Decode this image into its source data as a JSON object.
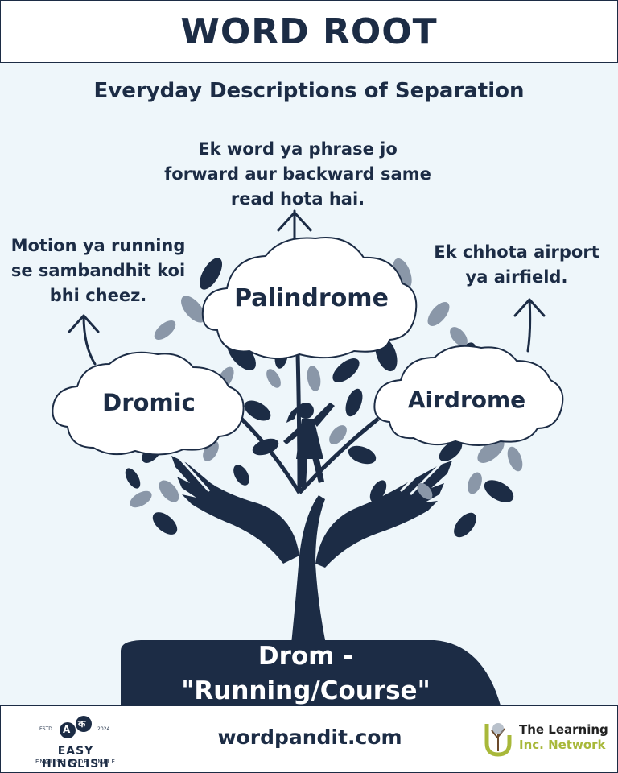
{
  "header": {
    "title": "WORD ROOT"
  },
  "subtitle": "Everyday Descriptions of Separation",
  "words": [
    {
      "word": "Palindrome",
      "definition_lines": [
        "Ek word ya phrase jo",
        "forward aur backward same",
        "read hota hai."
      ]
    },
    {
      "word": "Dromic",
      "definition_lines": [
        "Motion ya running",
        "se sambandhit koi",
        "bhi cheez."
      ]
    },
    {
      "word": "Airdrome",
      "definition_lines": [
        "Ek chhota airport",
        "ya airfield."
      ]
    }
  ],
  "root": {
    "line1": "Drom -",
    "line2": "\"Running/Course\""
  },
  "footer": {
    "website": "wordpandit.com",
    "left_logo": {
      "estd": "ESTD",
      "year": "2024",
      "badge_a": "A",
      "badge_k": "क",
      "name": "EASY HINGLISH",
      "tagline": "ENGLISH MADE SIMPLE"
    },
    "right_logo": {
      "line1": "The Learning",
      "line2": "Inc. Network"
    }
  },
  "colors": {
    "navy": "#1c2c45",
    "background": "#eef6fa",
    "leaf_gray": "#8a97a8",
    "accent_green": "#a8b83a",
    "accent_brown": "#6b4a2b"
  }
}
